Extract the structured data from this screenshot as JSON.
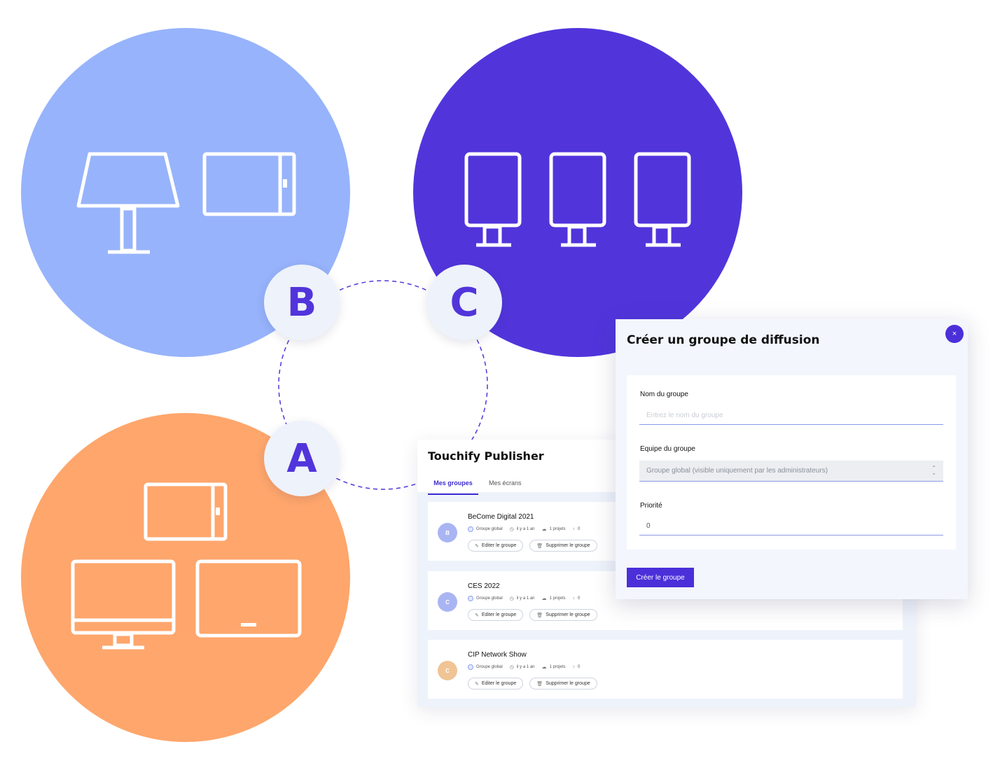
{
  "badges": {
    "a": "A",
    "b": "B",
    "c": "C"
  },
  "colors": {
    "circle_blue": "#97b3fb",
    "circle_indigo": "#5135db",
    "circle_orange": "#fea66c",
    "accent": "#4b2fd9"
  },
  "publisher": {
    "title": "Touchify Publisher",
    "tabs": [
      "Mes groupes",
      "Mes écrans"
    ],
    "groups": [
      {
        "initial": "B",
        "avatar_color": "#a9b5f3",
        "name": "BeCome Digital 2021",
        "team": "Groupe global",
        "time": "il y a 1 an",
        "projects": "1 projets",
        "screens": "0",
        "edit_label": "Editer le groupe",
        "delete_label": "Supprimer le groupe"
      },
      {
        "initial": "C",
        "avatar_color": "#a9b5f3",
        "name": "CES 2022",
        "team": "Groupe global",
        "time": "il y a 1 an",
        "projects": "1 projets",
        "screens": "0",
        "edit_label": "Editer le groupe",
        "delete_label": "Supprimer le groupe"
      },
      {
        "initial": "C",
        "avatar_color": "#f0c495",
        "name": "CIP Network Show",
        "team": "Groupe global",
        "time": "il y a 1 an",
        "projects": "1 projets",
        "screens": "0",
        "edit_label": "Editer le groupe",
        "delete_label": "Supprimer le groupe"
      }
    ]
  },
  "modal": {
    "title": "Créer un groupe de diffusion",
    "close_icon": "×",
    "name_label": "Nom du groupe",
    "name_placeholder": "Entrez le nom du groupe",
    "team_label": "Equipe du groupe",
    "team_value": "Groupe global (visible uniquement par les administrateurs)",
    "priority_label": "Priorité",
    "priority_value": "0",
    "submit_label": "Créer le groupe"
  }
}
